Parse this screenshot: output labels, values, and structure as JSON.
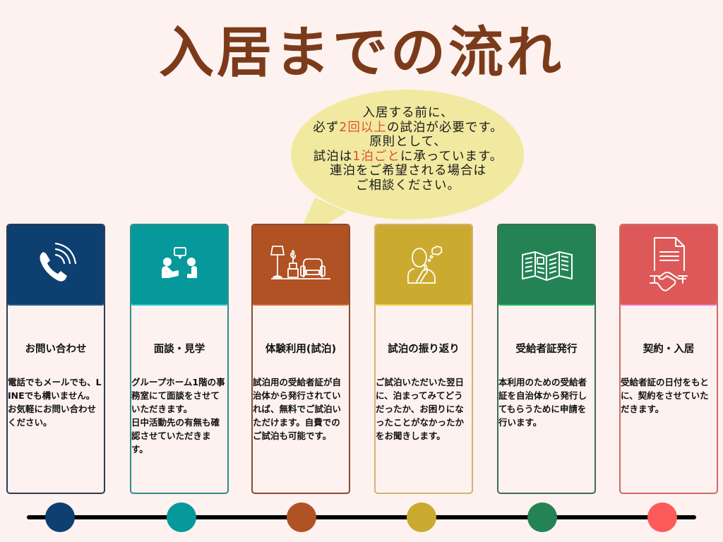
{
  "title": "入居までの流れ",
  "bubble": {
    "lines": [
      {
        "parts": [
          {
            "text": "入居する前に、",
            "hl": false
          }
        ]
      },
      {
        "parts": [
          {
            "text": "必ず",
            "hl": false
          },
          {
            "text": "2回以上",
            "hl": true
          },
          {
            "text": "の試泊が必要です。",
            "hl": false
          }
        ]
      },
      {
        "parts": [
          {
            "text": "原則として、",
            "hl": false
          }
        ]
      },
      {
        "parts": [
          {
            "text": "試泊は",
            "hl": false
          },
          {
            "text": "1泊ごと",
            "hl": true
          },
          {
            "text": "に承っています。",
            "hl": false
          }
        ]
      },
      {
        "parts": [
          {
            "text": "連泊をご希望される場合は",
            "hl": false
          }
        ]
      },
      {
        "parts": [
          {
            "text": "ご相談ください。",
            "hl": false
          }
        ]
      }
    ],
    "fill_color": "#f1e9a0",
    "highlight_color": "#e0502e"
  },
  "steps": [
    {
      "title": "お問い合わせ",
      "body": "電話でもメールでも、LINEでも構いません。お気軽にお問い合わせください。",
      "icon": "phone-icon",
      "color": "#0d4070",
      "head_border": "#2b5a8a",
      "border": "#2d3a55"
    },
    {
      "title": "面談・見学",
      "body": "グループホーム1階の事務室にて面談をさせていただきます。\n日中活動先の有無も確認させていただきます。",
      "icon": "meeting-icon",
      "color": "#06999c",
      "head_border": "#25c2c7",
      "border": "#2f8e8c"
    },
    {
      "title": "体験利用(試泊)",
      "body": "試泊用の受給者証が自治体から発行されていれば、無料でご試泊いただけます。自費でのご試泊も可能です。",
      "icon": "living-room-icon",
      "color": "#b05224",
      "head_border": "#dc6a3a",
      "border": "#8a4a2e"
    },
    {
      "title": "試泊の振り返り",
      "body": "ご試泊いただいた翌日に、泊まってみてどうだったか、お困りになったことがなかったかをお聞きします。",
      "icon": "thinking-person-icon",
      "color": "#cbaa30",
      "head_border": "#f0d040",
      "border": "#d3b170"
    },
    {
      "title": "受給者証発行",
      "body": "本利用のための受給者証を自治体から発行してもらうために申請を行います。",
      "icon": "brochure-icon",
      "color": "#238354",
      "head_border": "#1db562",
      "border": "#3e6e52"
    },
    {
      "title": "契約・入居",
      "body": "受給者証の日付をもとに、契約をさせていただきます。",
      "icon": "contract-handshake-icon",
      "color": "#dd5858",
      "head_border": "#f46cb8",
      "border": "#d06a6a"
    }
  ],
  "timeline": {
    "line_color": "#000000",
    "dots": [
      "#0d4070",
      "#06999c",
      "#b05224",
      "#cbaa30",
      "#238354",
      "#fd5a5a"
    ]
  }
}
